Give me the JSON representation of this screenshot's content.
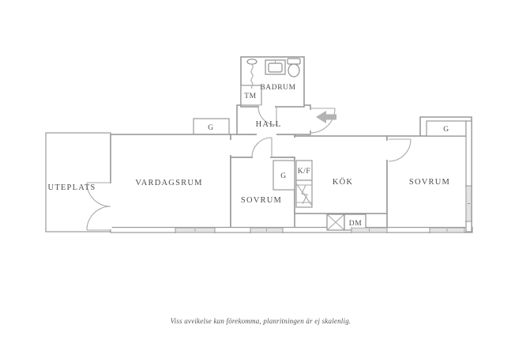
{
  "plan": {
    "rooms": {
      "uteplats": "UTEPLATS",
      "vardagsrum": "VARDAGSRUM",
      "sovrum_mid": "SOVRUM",
      "kok": "KÖK",
      "sovrum_right": "SOVRUM",
      "hall": "HALL",
      "badrum": "BADRUM"
    },
    "labels": {
      "tm": "TM",
      "g_hall": "G",
      "g_sovrum_mid": "G",
      "g_sovrum_right": "G",
      "kf": "K/F",
      "dm": "DM"
    },
    "icons": {
      "entrance_arrow": "entrance-arrow-icon",
      "shower": "shower-icon",
      "sink": "sink-icon",
      "toilet": "toilet-icon",
      "stove": "stove-icon"
    },
    "colors": {
      "wall": "#9a9a9a",
      "window_fill": "#e4e4e4",
      "arrow": "#b3b3b3",
      "text": "#4d4d4d"
    }
  },
  "footer": {
    "disclaimer": "Viss avvikelse kan förekomma, planritningen är ej skalenlig."
  }
}
